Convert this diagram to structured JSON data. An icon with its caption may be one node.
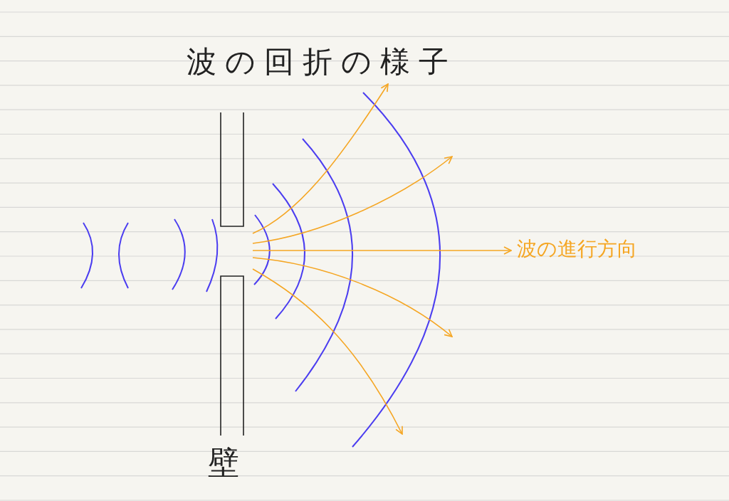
{
  "diagram": {
    "title": "波の回折の様子",
    "labels": [
      "壁",
      "波の進行方向"
    ]
  }
}
